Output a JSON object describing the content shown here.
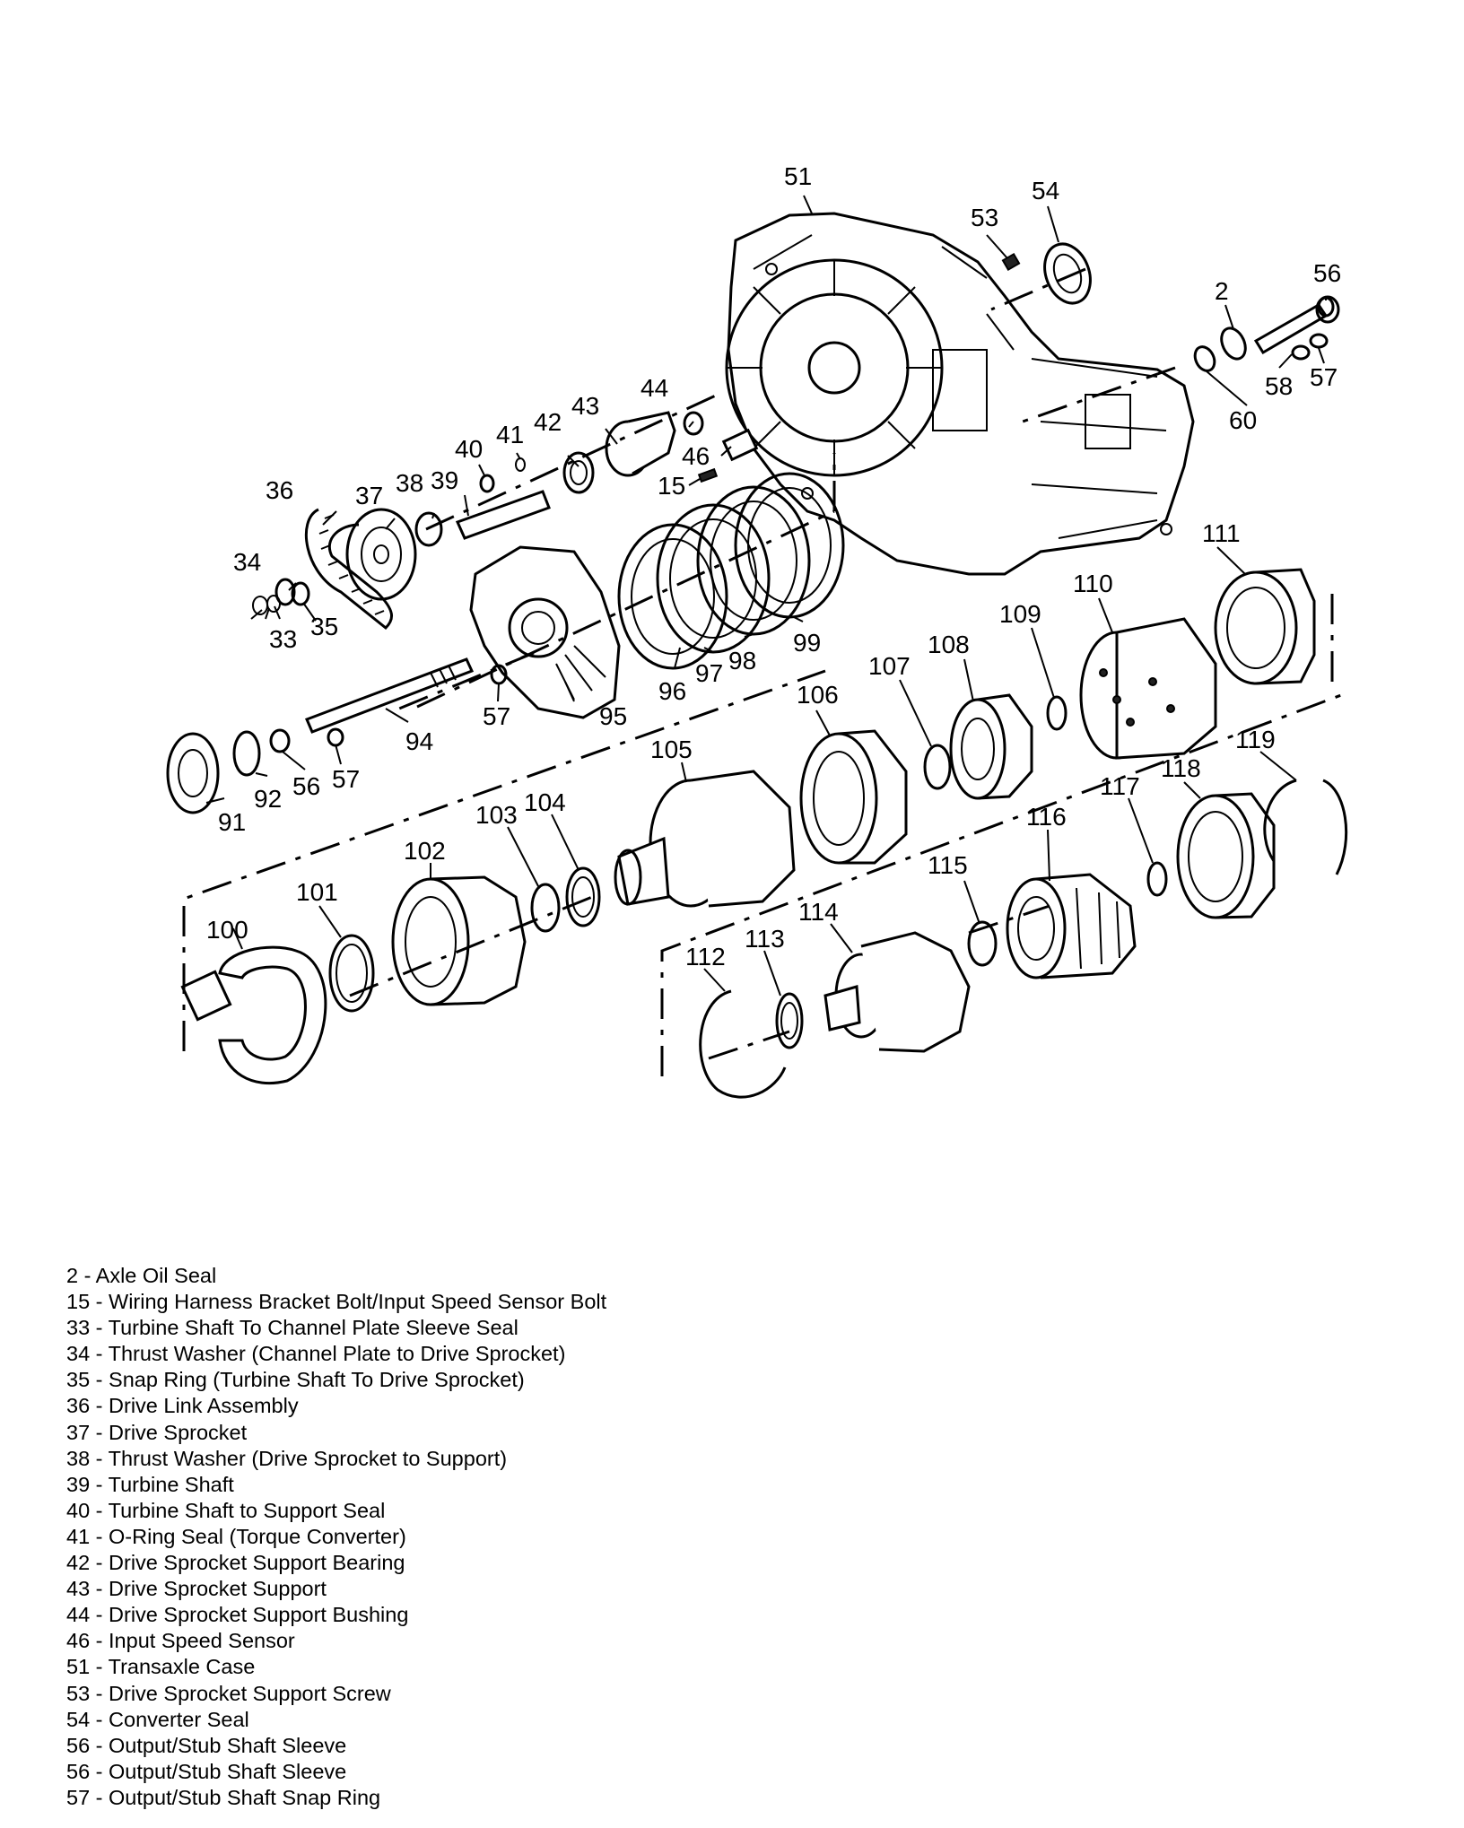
{
  "callouts": [
    "2",
    "15",
    "33",
    "34",
    "35",
    "36",
    "37",
    "38",
    "39",
    "40",
    "41",
    "42",
    "43",
    "44",
    "46",
    "51",
    "53",
    "54",
    "56",
    "56",
    "57",
    "57",
    "57",
    "58",
    "60",
    "91",
    "92",
    "94",
    "95",
    "96",
    "97",
    "98",
    "99",
    "100",
    "101",
    "102",
    "103",
    "104",
    "105",
    "106",
    "107",
    "108",
    "109",
    "110",
    "111",
    "112",
    "113",
    "114",
    "115",
    "116",
    "117",
    "118",
    "119"
  ],
  "legend": [
    "2 - Axle Oil Seal",
    "15 - Wiring Harness Bracket Bolt/Input Speed Sensor Bolt",
    "33 - Turbine Shaft To Channel Plate Sleeve Seal",
    "34 - Thrust Washer (Channel Plate to Drive Sprocket)",
    "35 - Snap Ring (Turbine Shaft To Drive Sprocket)",
    "36 - Drive Link Assembly",
    "37 - Drive Sprocket",
    "38 - Thrust Washer (Drive Sprocket to Support)",
    "39 - Turbine Shaft",
    "40 - Turbine Shaft to Support Seal",
    "41 - O-Ring Seal (Torque Converter)",
    "42 - Drive Sprocket Support Bearing",
    "43 - Drive Sprocket Support",
    "44 - Drive Sprocket Support Bushing",
    "46 - Input Speed Sensor",
    "51 - Transaxle Case",
    "53 - Drive Sprocket Support Screw",
    "54 - Converter Seal",
    "56 - Output/Stub Shaft Sleeve",
    "56 - Output/Stub Shaft Sleeve",
    "57 - Output/Stub Shaft Snap Ring"
  ]
}
